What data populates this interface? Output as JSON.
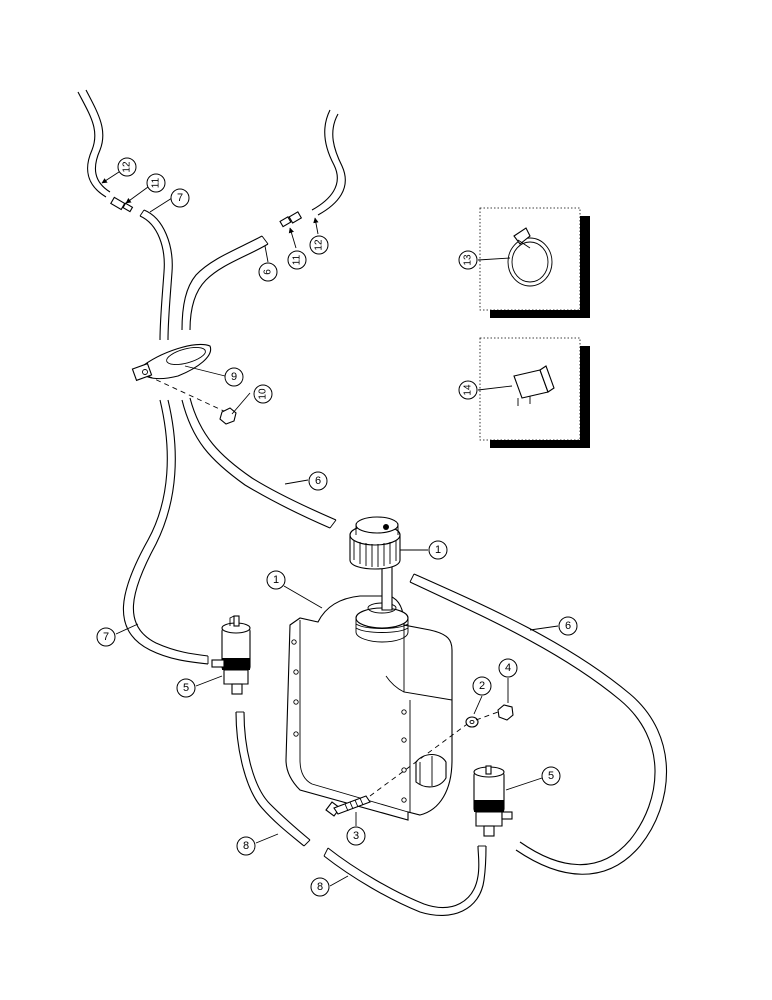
{
  "callouts": {
    "c12a": "12",
    "c11a": "11",
    "c7a": "7",
    "c6a": "6",
    "c11b": "11",
    "c12b": "12",
    "c9": "9",
    "c10": "10",
    "c6b": "6",
    "c1a": "1",
    "c1b": "1",
    "c6c": "6",
    "c7b": "7",
    "c5a": "5",
    "c2": "2",
    "c4": "4",
    "c5b": "5",
    "c8a": "8",
    "c3": "3",
    "c8b": "8",
    "c13": "13",
    "c14": "14"
  }
}
